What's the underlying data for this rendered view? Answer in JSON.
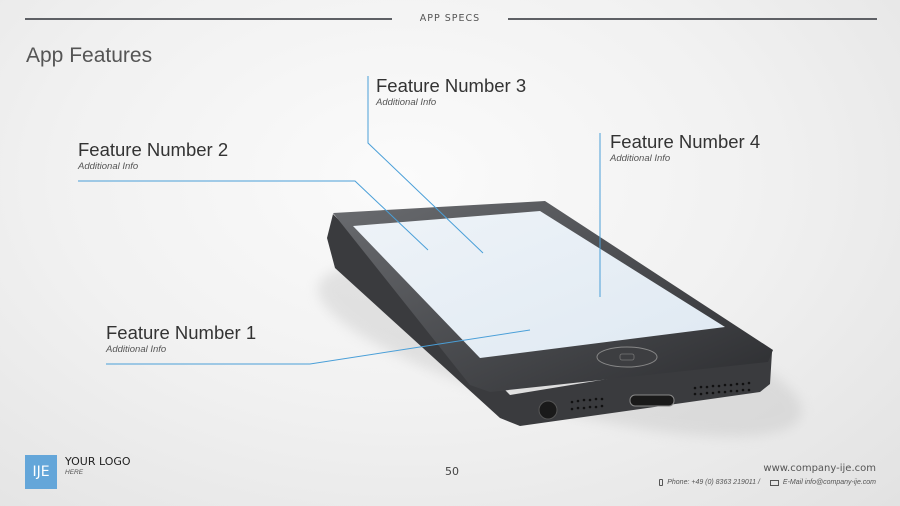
{
  "header": {
    "section": "APP SPECS",
    "title": "App Features"
  },
  "features": [
    {
      "name": "Feature Number 1",
      "info": "Additional Info"
    },
    {
      "name": "Feature Number 2",
      "info": "Additional Info"
    },
    {
      "name": "Feature Number 3",
      "info": "Additional Info"
    },
    {
      "name": "Feature Number 4",
      "info": "Additional Info"
    }
  ],
  "footer": {
    "logo_mark": "IJE",
    "logo_title": "YOUR LOGO",
    "logo_sub": "HERE",
    "page": "50",
    "website": "www.company-ije.com",
    "phone": "Phone: +49 (0) 8363 219011 /",
    "email": "E-Mail info@company-ije.com"
  },
  "colors": {
    "accent": "#4a9fd8",
    "logo": "#64a6d9"
  }
}
